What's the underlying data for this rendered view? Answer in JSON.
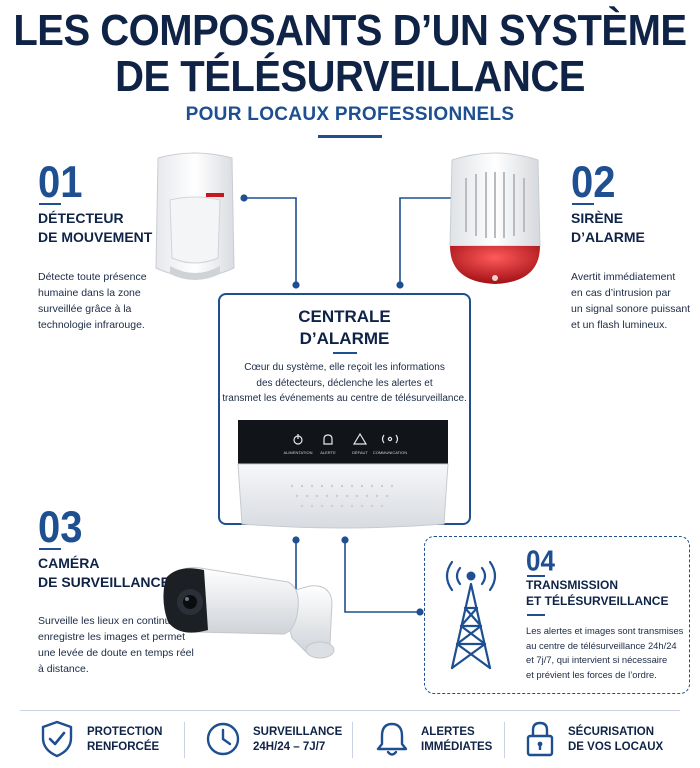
{
  "title": {
    "line1": "LES COMPOSANTS D’UN SYSTÈME",
    "line2": "DE TÉLÉSURVEILLANCE",
    "subtitle": "POUR LOCAUX PROFESSIONNELS"
  },
  "components": [
    {
      "number": "01",
      "heading_line1": "DÉTECTEUR",
      "heading_line2": "DE MOUVEMENT",
      "text": [
        "Détecte toute présence",
        "humaine dans la zone",
        "surveillée grâce à la",
        "technologie infrarouge."
      ]
    },
    {
      "number": "02",
      "heading_line1": "SIRÈNE",
      "heading_line2": "D’ALARME",
      "text": [
        "Avertit immédiatement",
        "en cas d’intrusion par",
        "un signal sonore puissant",
        "et un flash lumineux."
      ]
    },
    {
      "number": "03",
      "heading_line1": "CAMÉRA",
      "heading_line2": "DE SURVEILLANCE",
      "text": [
        "Surveille les lieux en continu,",
        "enregistre les images et permet",
        "une levée de doute en temps réel",
        "à distance."
      ]
    },
    {
      "number": "04",
      "heading_line1": "TRANSMISSION",
      "heading_line2": "ET TÉLÉSURVEILLANCE",
      "text": [
        "Les alertes et images sont transmises",
        "au centre de télésurveillance 24h/24",
        "et 7j/7, qui intervient si nécessaire",
        "et prévient les forces de l’ordre."
      ]
    }
  ],
  "central": {
    "heading_line1": "CENTRALE",
    "heading_line2": "D’ALARME",
    "text": [
      "Cœur du système, elle reçoit les informations",
      "des détecteurs, déclenche les alertes et",
      "transmet les événements au centre de télésurveillance."
    ],
    "panel_labels": [
      "ALIMENTATION",
      "ALERTE",
      "DÉFAUT",
      "COMMUNICATION"
    ]
  },
  "features": [
    {
      "line1": "PROTECTION",
      "line2": "RENFORCÉE",
      "icon": "shield-check-icon"
    },
    {
      "line1": "SURVEILLANCE",
      "line2": "24H/24 – 7J/7",
      "icon": "clock-icon"
    },
    {
      "line1": "ALERTES",
      "line2": "IMMÉDIATES",
      "icon": "bell-icon"
    },
    {
      "line1": "SÉCURISATION",
      "line2": "DE VOS LOCAUX",
      "icon": "padlock-icon"
    }
  ],
  "colors": {
    "navy": "#0f2347",
    "accent_blue": "#1d4f91",
    "siren_red": "#c8161d"
  }
}
